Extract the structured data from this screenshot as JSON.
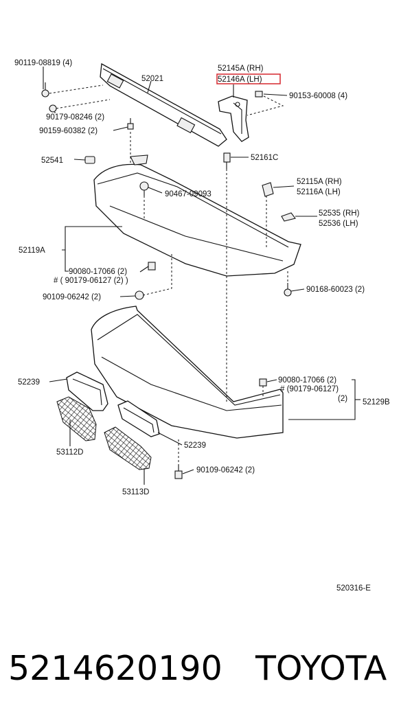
{
  "diagram": {
    "code": "520316-E",
    "highlight_color": "#d9343a",
    "labels": {
      "p90119": "90119-08819 (4)",
      "p52021": "52021",
      "p52145": "52145A (RH)",
      "p52146": "52146A (LH)",
      "p90153": "90153-60008 (4)",
      "p90179a": "90179-08246 (2)",
      "p90159": "90159-60382 (2)",
      "p52541": "52541",
      "p52161": "52161C",
      "p90467": "90467-09093",
      "p52115": "52115A (RH)",
      "p52116": "52116A (LH)",
      "p52535": "52535 (RH)",
      "p52536": "52536 (LH)",
      "p52119": "52119A",
      "p90080a": "90080-17066 (2)",
      "p90179b": "# ( 90179-06127 (2) )",
      "p90109a": "90109-06242 (2)",
      "p90168": "90168-60023 (2)",
      "p52239a": "52239",
      "p90080b": "90080-17066 (2)",
      "p90179c": "# (90179-06127)",
      "p90179c2": "(2)",
      "p52129": "52129B",
      "p53112": "53112D",
      "p52239b": "52239",
      "p90109b": "90109-06242 (2)",
      "p53113": "53113D"
    }
  },
  "footer": {
    "part_number": "5214620190",
    "brand": "TOYOTA"
  }
}
